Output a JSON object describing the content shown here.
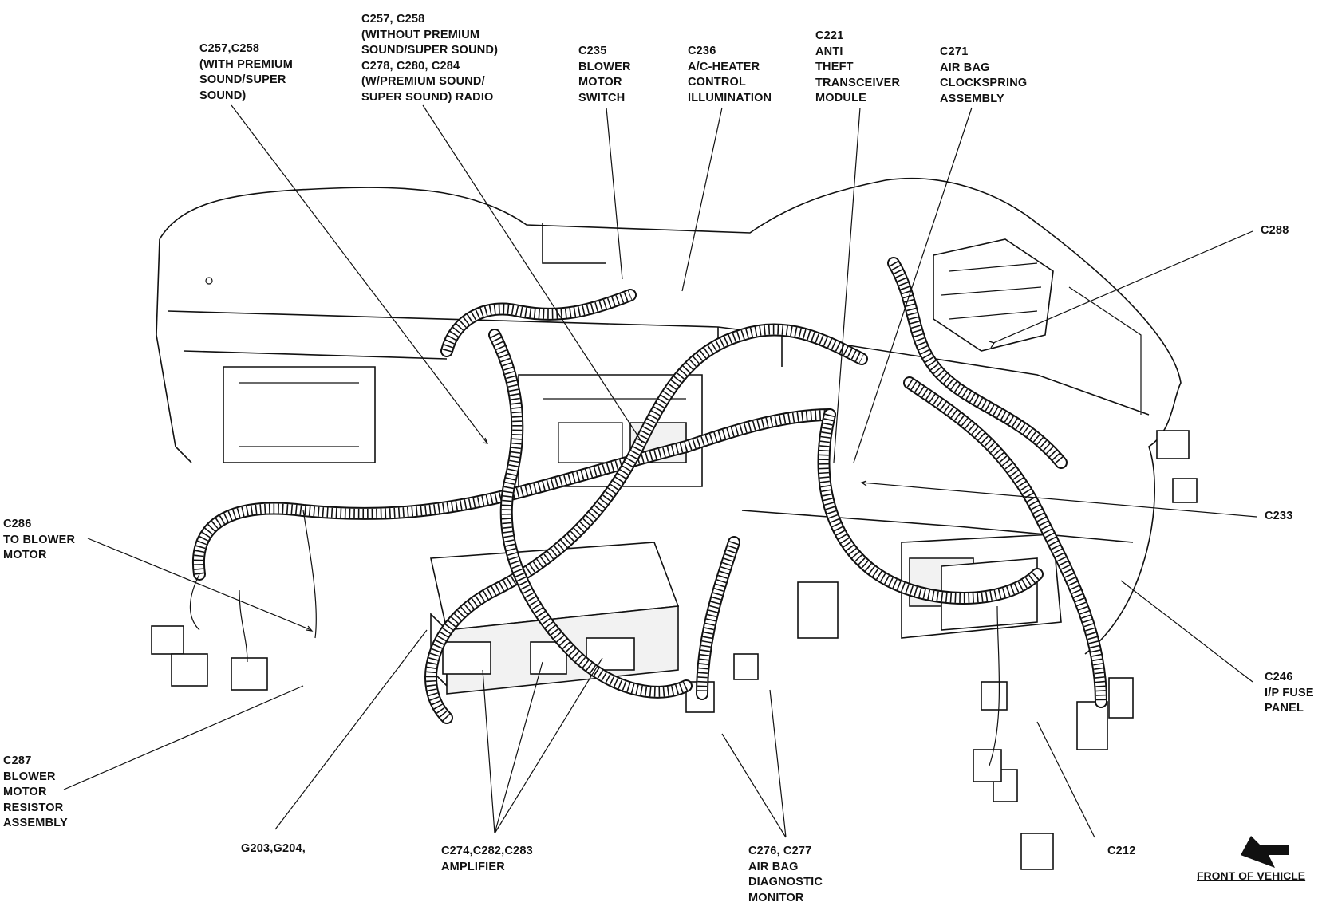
{
  "callouts": {
    "c257_with": [
      "C257,C258",
      "(WITH PREMIUM",
      "SOUND/SUPER",
      "SOUND)"
    ],
    "c257_without": [
      "C257, C258",
      "(WITHOUT PREMIUM",
      "SOUND/SUPER SOUND)",
      "C278, C280, C284",
      "(W/PREMIUM SOUND/",
      "SUPER SOUND) RADIO"
    ],
    "c235": [
      "C235",
      "BLOWER",
      "MOTOR",
      "SWITCH"
    ],
    "c236": [
      "C236",
      "A/C-HEATER",
      "CONTROL",
      "ILLUMINATION"
    ],
    "c221": [
      "C221",
      "ANTI",
      "THEFT",
      "TRANSCEIVER",
      "MODULE"
    ],
    "c271": [
      "C271",
      "AIR BAG",
      "CLOCKSPRING",
      "ASSEMBLY"
    ],
    "c288": [
      "C288"
    ],
    "c286": [
      "C286",
      "TO BLOWER",
      "MOTOR"
    ],
    "c233": [
      "C233"
    ],
    "c246": [
      "C246",
      "I/P FUSE",
      "PANEL"
    ],
    "c287": [
      "C287",
      "BLOWER",
      "MOTOR",
      "RESISTOR",
      "ASSEMBLY"
    ],
    "g203": [
      "G203,G204,"
    ],
    "c274": [
      "C274,C282,C283",
      "AMPLIFIER"
    ],
    "c276": [
      "C276, C277",
      "AIR BAG",
      "DIAGNOSTIC",
      "MONITOR"
    ],
    "c212": [
      "C212"
    ]
  },
  "front_label": "FRONT OF VEHICLE",
  "icons": {
    "direction_arrow": "arrow-icon"
  }
}
